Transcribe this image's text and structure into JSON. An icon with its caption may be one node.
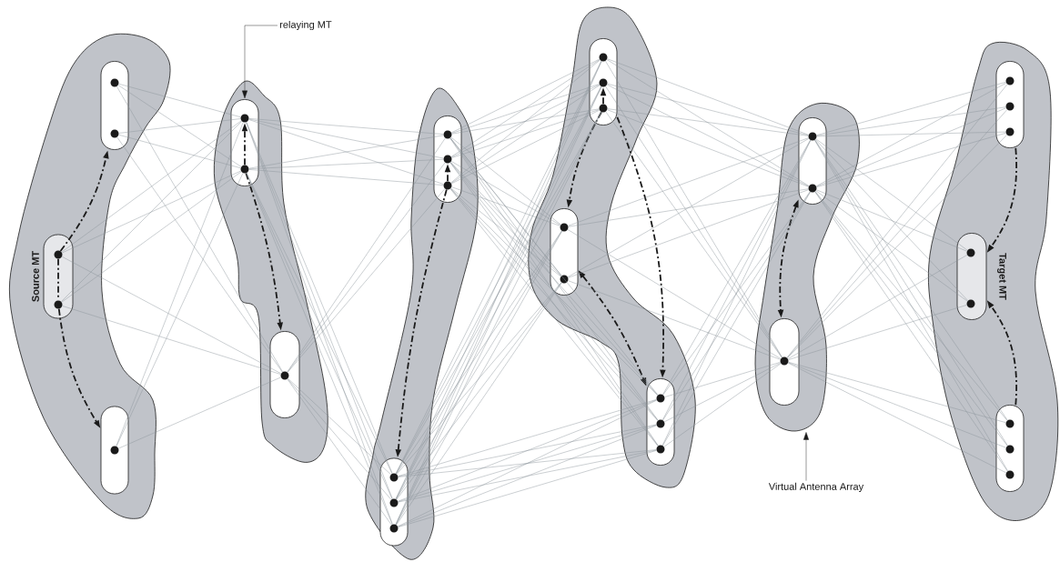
{
  "diagram": {
    "nodes": [
      {
        "text": [],
        "shape": "blob"
      },
      {
        "text": [],
        "shape": "box",
        "in": 0
      },
      {
        "text": [],
        "shape": "circle",
        "in": 1
      },
      {
        "text": [],
        "shape": "circle",
        "in": 1
      },
      {
        "text": [
          "Source MT"
        ],
        "in": 0
      },
      {
        "text": [],
        "shape": "circle",
        "in": 4
      },
      {
        "text": [],
        "shape": "circle",
        "in": 4
      },
      {
        "text": [],
        "shape": "box",
        "in": 0
      },
      {
        "text": [],
        "shape": "circle",
        "in": 7
      },
      {
        "text": [],
        "shape": "blob"
      },
      {
        "text": [],
        "shape": "box",
        "in": 9
      },
      {
        "text": [],
        "shape": "circle",
        "in": 10
      },
      {
        "text": [],
        "shape": "circle",
        "in": 10
      },
      {
        "text": [],
        "shape": "box",
        "in": 9
      },
      {
        "text": [],
        "shape": "circle",
        "in": 13
      },
      {
        "text": [],
        "shape": "blob"
      },
      {
        "text": [],
        "shape": "box",
        "in": 15
      },
      {
        "text": [],
        "shape": "circle",
        "in": 16
      },
      {
        "text": [],
        "shape": "circle",
        "in": 16
      },
      {
        "text": [],
        "shape": "circle",
        "in": 16
      },
      {
        "text": [],
        "shape": "box",
        "in": 15
      },
      {
        "text": [],
        "shape": "circle",
        "in": 20
      },
      {
        "text": [],
        "shape": "circle",
        "in": 20
      },
      {
        "text": [],
        "shape": "circle",
        "in": 20
      },
      {
        "text": [],
        "shape": "blob"
      },
      {
        "text": [],
        "shape": "box",
        "in": 24
      },
      {
        "text": [],
        "shape": "circle",
        "in": 25
      },
      {
        "text": [],
        "shape": "circle",
        "in": 25
      },
      {
        "text": [],
        "shape": "circle",
        "in": 25
      },
      {
        "text": [],
        "shape": "box",
        "in": 24
      },
      {
        "text": [],
        "shape": "circle",
        "in": 29
      },
      {
        "text": [],
        "shape": "circle",
        "in": 29
      },
      {
        "text": [],
        "shape": "box",
        "in": 24
      },
      {
        "text": [],
        "shape": "circle",
        "in": 32
      },
      {
        "text": [],
        "shape": "circle",
        "in": 32
      },
      {
        "text": [],
        "shape": "circle",
        "in": 32
      },
      {
        "text": [],
        "shape": "blob"
      },
      {
        "text": [],
        "shape": "box",
        "in": 36
      },
      {
        "text": [],
        "shape": "circle",
        "in": 37
      },
      {
        "text": [],
        "shape": "circle",
        "in": 37
      },
      {
        "text": [],
        "shape": "box",
        "in": 36
      },
      {
        "text": [],
        "shape": "circle",
        "in": 40
      },
      {
        "text": [],
        "shape": "blob"
      },
      {
        "text": [],
        "shape": "box",
        "in": 42
      },
      {
        "text": [],
        "shape": "circle",
        "in": 43
      },
      {
        "text": [],
        "shape": "circle",
        "in": 43
      },
      {
        "text": [],
        "shape": "circle",
        "in": 43
      },
      {
        "text": [
          "Target MT"
        ],
        "in": 42
      },
      {
        "text": [],
        "shape": "circle",
        "in": 47
      },
      {
        "text": [],
        "shape": "circle",
        "in": 47
      },
      {
        "text": [],
        "shape": "box",
        "in": 42
      },
      {
        "text": [],
        "shape": "circle",
        "in": 50
      },
      {
        "text": [],
        "shape": "circle",
        "in": 50
      },
      {
        "text": [],
        "shape": "circle",
        "in": 50
      },
      {
        "text": [
          "relaying MT"
        ]
      },
      {
        "text": [
          "Virtual Antenna Array"
        ]
      }
    ],
    "edges": [
      {
        "from": 5,
        "to": 1,
        "arrow": "to",
        "style": "dashed",
        "color": "#1a1a1a"
      },
      {
        "from": 6,
        "to": 7,
        "arrow": "to",
        "style": "dashed",
        "color": "#1a1a1a"
      },
      {
        "from": 5,
        "to": 6,
        "arrow": "none",
        "style": "dashed",
        "color": "#1a1a1a"
      },
      {
        "from": 12,
        "to": 11,
        "arrow": "to",
        "style": "dashed",
        "color": "#1a1a1a"
      },
      {
        "from": 12,
        "to": 13,
        "arrow": "to",
        "style": "dashed",
        "color": "#1a1a1a"
      },
      {
        "from": 19,
        "to": 18,
        "arrow": "to",
        "style": "dashed",
        "color": "#1a1a1a"
      },
      {
        "from": 19,
        "to": 20,
        "arrow": "to",
        "style": "dashed",
        "color": "#1a1a1a"
      },
      {
        "from": 28,
        "to": 27,
        "arrow": "to",
        "style": "dashed",
        "color": "#1a1a1a"
      },
      {
        "from": 28,
        "to": 29,
        "arrow": "to",
        "style": "dashed",
        "color": "#1a1a1a"
      },
      {
        "from": 29,
        "to": 32,
        "arrow": "both",
        "style": "dashed",
        "color": "#1a1a1a"
      },
      {
        "from": 25,
        "to": 32,
        "arrow": "to",
        "style": "dashed",
        "color": "#1a1a1a"
      },
      {
        "from": 37,
        "to": 40,
        "arrow": "both",
        "style": "dashed",
        "color": "#1a1a1a"
      },
      {
        "from": 43,
        "to": 47,
        "arrow": "to",
        "style": "dashed",
        "color": "#1a1a1a"
      },
      {
        "from": 50,
        "to": 47,
        "arrow": "to",
        "style": "dashed",
        "color": "#1a1a1a"
      },
      {
        "from": 54,
        "to": 10,
        "arrow": "to",
        "color": "#1a1a1a"
      },
      {
        "from": 55,
        "to": 36,
        "arrow": "to",
        "color": "#1a1a1a"
      },
      {
        "from": 2,
        "to": 11,
        "arrow": "none"
      },
      {
        "from": 2,
        "to": 12,
        "arrow": "none"
      },
      {
        "from": 2,
        "to": 14,
        "arrow": "none"
      },
      {
        "from": 3,
        "to": 11,
        "arrow": "none"
      },
      {
        "from": 3,
        "to": 12,
        "arrow": "none"
      },
      {
        "from": 3,
        "to": 14,
        "arrow": "none"
      },
      {
        "from": 5,
        "to": 11,
        "arrow": "none"
      },
      {
        "from": 5,
        "to": 12,
        "arrow": "none"
      },
      {
        "from": 5,
        "to": 14,
        "arrow": "none"
      },
      {
        "from": 6,
        "to": 11,
        "arrow": "none"
      },
      {
        "from": 6,
        "to": 12,
        "arrow": "none"
      },
      {
        "from": 6,
        "to": 14,
        "arrow": "none"
      },
      {
        "from": 8,
        "to": 11,
        "arrow": "none"
      },
      {
        "from": 8,
        "to": 12,
        "arrow": "none"
      },
      {
        "from": 8,
        "to": 14,
        "arrow": "none"
      },
      {
        "from": 11,
        "to": 17,
        "arrow": "none"
      },
      {
        "from": 11,
        "to": 18,
        "arrow": "none"
      },
      {
        "from": 11,
        "to": 19,
        "arrow": "none"
      },
      {
        "from": 11,
        "to": 21,
        "arrow": "none"
      },
      {
        "from": 11,
        "to": 22,
        "arrow": "none"
      },
      {
        "from": 11,
        "to": 23,
        "arrow": "none"
      },
      {
        "from": 12,
        "to": 17,
        "arrow": "none"
      },
      {
        "from": 12,
        "to": 18,
        "arrow": "none"
      },
      {
        "from": 12,
        "to": 19,
        "arrow": "none"
      },
      {
        "from": 12,
        "to": 21,
        "arrow": "none"
      },
      {
        "from": 12,
        "to": 22,
        "arrow": "none"
      },
      {
        "from": 12,
        "to": 23,
        "arrow": "none"
      },
      {
        "from": 14,
        "to": 17,
        "arrow": "none"
      },
      {
        "from": 14,
        "to": 18,
        "arrow": "none"
      },
      {
        "from": 14,
        "to": 19,
        "arrow": "none"
      },
      {
        "from": 14,
        "to": 21,
        "arrow": "none"
      },
      {
        "from": 14,
        "to": 22,
        "arrow": "none"
      },
      {
        "from": 14,
        "to": 23,
        "arrow": "none"
      },
      {
        "from": 17,
        "to": 26,
        "arrow": "none"
      },
      {
        "from": 17,
        "to": 27,
        "arrow": "none"
      },
      {
        "from": 17,
        "to": 28,
        "arrow": "none"
      },
      {
        "from": 17,
        "to": 30,
        "arrow": "none"
      },
      {
        "from": 17,
        "to": 31,
        "arrow": "none"
      },
      {
        "from": 17,
        "to": 33,
        "arrow": "none"
      },
      {
        "from": 17,
        "to": 34,
        "arrow": "none"
      },
      {
        "from": 17,
        "to": 35,
        "arrow": "none"
      },
      {
        "from": 18,
        "to": 26,
        "arrow": "none"
      },
      {
        "from": 18,
        "to": 27,
        "arrow": "none"
      },
      {
        "from": 18,
        "to": 28,
        "arrow": "none"
      },
      {
        "from": 18,
        "to": 30,
        "arrow": "none"
      },
      {
        "from": 18,
        "to": 31,
        "arrow": "none"
      },
      {
        "from": 18,
        "to": 33,
        "arrow": "none"
      },
      {
        "from": 18,
        "to": 34,
        "arrow": "none"
      },
      {
        "from": 18,
        "to": 35,
        "arrow": "none"
      },
      {
        "from": 19,
        "to": 26,
        "arrow": "none"
      },
      {
        "from": 19,
        "to": 27,
        "arrow": "none"
      },
      {
        "from": 19,
        "to": 28,
        "arrow": "none"
      },
      {
        "from": 19,
        "to": 30,
        "arrow": "none"
      },
      {
        "from": 19,
        "to": 31,
        "arrow": "none"
      },
      {
        "from": 19,
        "to": 33,
        "arrow": "none"
      },
      {
        "from": 19,
        "to": 34,
        "arrow": "none"
      },
      {
        "from": 19,
        "to": 35,
        "arrow": "none"
      },
      {
        "from": 21,
        "to": 26,
        "arrow": "none"
      },
      {
        "from": 21,
        "to": 27,
        "arrow": "none"
      },
      {
        "from": 21,
        "to": 28,
        "arrow": "none"
      },
      {
        "from": 21,
        "to": 30,
        "arrow": "none"
      },
      {
        "from": 21,
        "to": 31,
        "arrow": "none"
      },
      {
        "from": 21,
        "to": 33,
        "arrow": "none"
      },
      {
        "from": 21,
        "to": 34,
        "arrow": "none"
      },
      {
        "from": 21,
        "to": 35,
        "arrow": "none"
      },
      {
        "from": 22,
        "to": 26,
        "arrow": "none"
      },
      {
        "from": 22,
        "to": 27,
        "arrow": "none"
      },
      {
        "from": 22,
        "to": 28,
        "arrow": "none"
      },
      {
        "from": 22,
        "to": 30,
        "arrow": "none"
      },
      {
        "from": 22,
        "to": 31,
        "arrow": "none"
      },
      {
        "from": 22,
        "to": 33,
        "arrow": "none"
      },
      {
        "from": 22,
        "to": 34,
        "arrow": "none"
      },
      {
        "from": 22,
        "to": 35,
        "arrow": "none"
      },
      {
        "from": 23,
        "to": 26,
        "arrow": "none"
      },
      {
        "from": 23,
        "to": 27,
        "arrow": "none"
      },
      {
        "from": 23,
        "to": 28,
        "arrow": "none"
      },
      {
        "from": 23,
        "to": 30,
        "arrow": "none"
      },
      {
        "from": 23,
        "to": 31,
        "arrow": "none"
      },
      {
        "from": 23,
        "to": 33,
        "arrow": "none"
      },
      {
        "from": 23,
        "to": 34,
        "arrow": "none"
      },
      {
        "from": 23,
        "to": 35,
        "arrow": "none"
      },
      {
        "from": 26,
        "to": 38,
        "arrow": "none"
      },
      {
        "from": 26,
        "to": 39,
        "arrow": "none"
      },
      {
        "from": 26,
        "to": 41,
        "arrow": "none"
      },
      {
        "from": 27,
        "to": 38,
        "arrow": "none"
      },
      {
        "from": 27,
        "to": 39,
        "arrow": "none"
      },
      {
        "from": 27,
        "to": 41,
        "arrow": "none"
      },
      {
        "from": 28,
        "to": 38,
        "arrow": "none"
      },
      {
        "from": 28,
        "to": 39,
        "arrow": "none"
      },
      {
        "from": 28,
        "to": 41,
        "arrow": "none"
      },
      {
        "from": 30,
        "to": 38,
        "arrow": "none"
      },
      {
        "from": 30,
        "to": 39,
        "arrow": "none"
      },
      {
        "from": 30,
        "to": 41,
        "arrow": "none"
      },
      {
        "from": 31,
        "to": 38,
        "arrow": "none"
      },
      {
        "from": 31,
        "to": 39,
        "arrow": "none"
      },
      {
        "from": 31,
        "to": 41,
        "arrow": "none"
      },
      {
        "from": 33,
        "to": 38,
        "arrow": "none"
      },
      {
        "from": 33,
        "to": 39,
        "arrow": "none"
      },
      {
        "from": 33,
        "to": 41,
        "arrow": "none"
      },
      {
        "from": 34,
        "to": 38,
        "arrow": "none"
      },
      {
        "from": 34,
        "to": 39,
        "arrow": "none"
      },
      {
        "from": 34,
        "to": 41,
        "arrow": "none"
      },
      {
        "from": 35,
        "to": 38,
        "arrow": "none"
      },
      {
        "from": 35,
        "to": 39,
        "arrow": "none"
      },
      {
        "from": 35,
        "to": 41,
        "arrow": "none"
      },
      {
        "from": 38,
        "to": 44,
        "arrow": "none"
      },
      {
        "from": 38,
        "to": 45,
        "arrow": "none"
      },
      {
        "from": 38,
        "to": 46,
        "arrow": "none"
      },
      {
        "from": 38,
        "to": 48,
        "arrow": "none"
      },
      {
        "from": 38,
        "to": 49,
        "arrow": "none"
      },
      {
        "from": 38,
        "to": 51,
        "arrow": "none"
      },
      {
        "from": 38,
        "to": 52,
        "arrow": "none"
      },
      {
        "from": 38,
        "to": 53,
        "arrow": "none"
      },
      {
        "from": 39,
        "to": 44,
        "arrow": "none"
      },
      {
        "from": 39,
        "to": 45,
        "arrow": "none"
      },
      {
        "from": 39,
        "to": 46,
        "arrow": "none"
      },
      {
        "from": 39,
        "to": 48,
        "arrow": "none"
      },
      {
        "from": 39,
        "to": 49,
        "arrow": "none"
      },
      {
        "from": 39,
        "to": 51,
        "arrow": "none"
      },
      {
        "from": 39,
        "to": 52,
        "arrow": "none"
      },
      {
        "from": 39,
        "to": 53,
        "arrow": "none"
      },
      {
        "from": 41,
        "to": 44,
        "arrow": "none"
      },
      {
        "from": 41,
        "to": 45,
        "arrow": "none"
      },
      {
        "from": 41,
        "to": 46,
        "arrow": "none"
      },
      {
        "from": 41,
        "to": 48,
        "arrow": "none"
      },
      {
        "from": 41,
        "to": 49,
        "arrow": "none"
      },
      {
        "from": 41,
        "to": 51,
        "arrow": "none"
      },
      {
        "from": 41,
        "to": 52,
        "arrow": "none"
      },
      {
        "from": 41,
        "to": 53,
        "arrow": "none"
      }
    ]
  }
}
